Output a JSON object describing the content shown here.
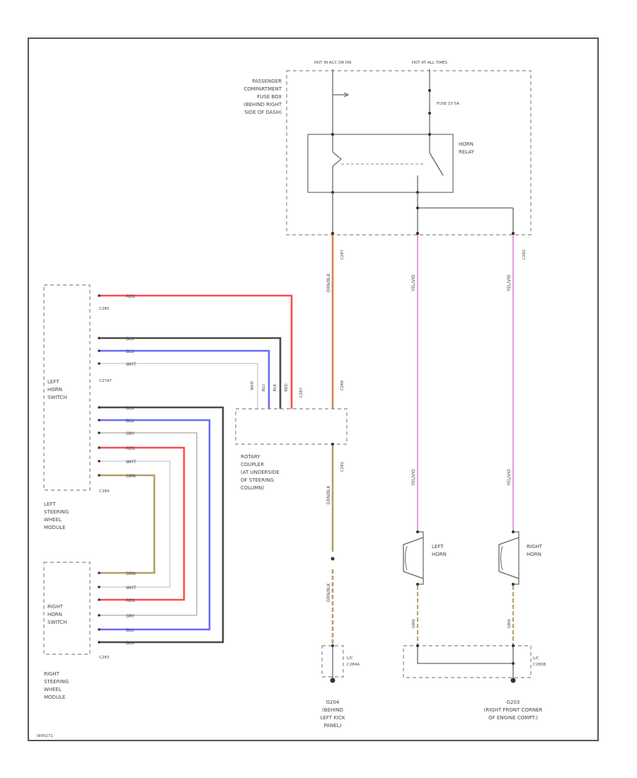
{
  "colors": {
    "red": "#ff4a4a",
    "black": "#4a4a4a",
    "blue": "#6a6aff",
    "white": "#c8c8c8",
    "grey": "#a8a8a8",
    "tan": "#b3a064",
    "orange": "#d8854a",
    "pink": "#e07ee0",
    "frame": "#555555"
  },
  "power": {
    "hot_in_run_label": "HOT IN ACC OR ON",
    "hot_at_all_times_label": "HOT AT ALL TIMES",
    "fuse_label": "FUSE 10 5A",
    "fuse_box_label": [
      "PASSENGER",
      "COMPARTMENT",
      "FUSE BOX",
      "(BEHIND RIGHT",
      "SIDE OF DASH)"
    ],
    "relay_label": [
      "HORN",
      "RELAY"
    ]
  },
  "connectors": {
    "c285": "C285",
    "c2747": "C2747",
    "c284": "C284",
    "c283": "C283",
    "c287a": "C287",
    "c287b": "C287",
    "c288": "C288",
    "c282": "C282",
    "c280": "C280",
    "lc_left": [
      "L/C",
      "C284A"
    ],
    "lc_right": [
      "L/C",
      "C280B"
    ]
  },
  "components": {
    "left_horn_switch": [
      "LEFT",
      "HORN",
      "SWITCH"
    ],
    "left_sw_module": [
      "LEFT",
      "STEERING",
      "WHEEL",
      "MODULE"
    ],
    "right_horn_switch": [
      "RIGHT",
      "HORN",
      "SWITCH"
    ],
    "right_sw_module": [
      "RIGHT",
      "STEERING",
      "WHEEL",
      "MODULE"
    ],
    "rotary_coupler": [
      "ROTARY",
      "COUPLER",
      "(AT UNDERSIDE",
      "OF STEERING",
      "COLUMN)"
    ],
    "left_horn": [
      "LEFT",
      "HORN"
    ],
    "right_horn": [
      "RIGHT",
      "HORN"
    ]
  },
  "grounds": {
    "g_left": [
      "G204",
      "(BEHIND",
      "LEFT KICK",
      "PANEL)"
    ],
    "g_right": [
      "G203",
      "(RIGHT FRONT CORNER",
      "OF ENGINE COMPT.)"
    ]
  },
  "wires": {
    "red": "RED",
    "black": "BLK",
    "blue": "BLU",
    "white": "WHT",
    "grey": "GRY",
    "tan": "GRN",
    "orange": "ORN/BLK",
    "pink": "YEL/VIO",
    "tan_vertical": "GRN/BLK",
    "tan_short": "GRN"
  },
  "footer": "W00271"
}
